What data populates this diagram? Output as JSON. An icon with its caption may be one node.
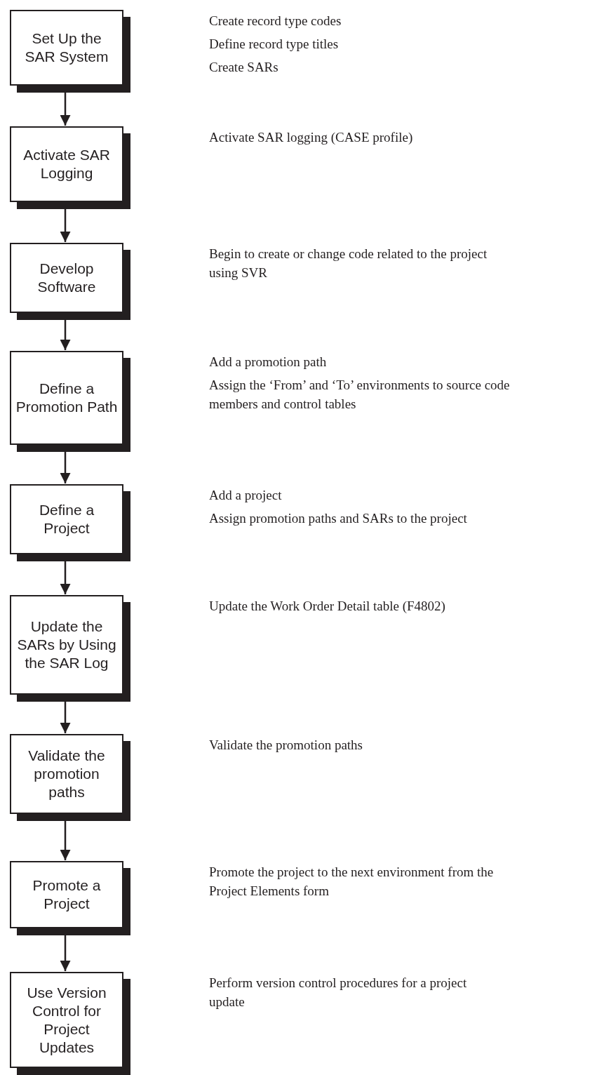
{
  "diagram": {
    "nodes": [
      {
        "text": [
          "Set Up the SAR System"
        ]
      },
      {
        "text": [
          "Activate SAR Logging"
        ]
      },
      {
        "text": [
          "Develop Software"
        ]
      },
      {
        "text": [
          "Define a Promotion Path"
        ]
      },
      {
        "text": [
          "Define a Project"
        ]
      },
      {
        "text": [
          "Update the SARs by Using the SAR Log"
        ]
      },
      {
        "text": [
          "Validate the promotion paths"
        ]
      },
      {
        "text": [
          "Promote a Project"
        ]
      },
      {
        "text": [
          "Use Version Control for Project Updates"
        ]
      }
    ],
    "edges": [
      {
        "from": 0,
        "to": 1,
        "arrow": "to"
      },
      {
        "from": 1,
        "to": 2,
        "arrow": "to"
      },
      {
        "from": 2,
        "to": 3,
        "arrow": "to"
      },
      {
        "from": 3,
        "to": 4,
        "arrow": "to"
      },
      {
        "from": 4,
        "to": 5,
        "arrow": "to"
      },
      {
        "from": 5,
        "to": 6,
        "arrow": "to"
      },
      {
        "from": 6,
        "to": 7,
        "arrow": "to"
      },
      {
        "from": 7,
        "to": 8,
        "arrow": "to"
      }
    ],
    "labels": [
      "Create record type codes",
      "Define record type titles",
      "Create SARs",
      "Activate SAR logging (CASE profile)",
      "Begin to create or change code related to the project using SVR",
      "Add a promotion path",
      "Assign the ‘From’ and ‘To’ environments to source code members and control tables",
      "Add a project",
      "Assign promotion paths and SARs to the project",
      "Update the Work Order Detail table (F4802)",
      "Validate the promotion paths",
      "Promote the project to the next environment from the Project Elements form",
      "Perform version control procedures for a project update"
    ]
  }
}
